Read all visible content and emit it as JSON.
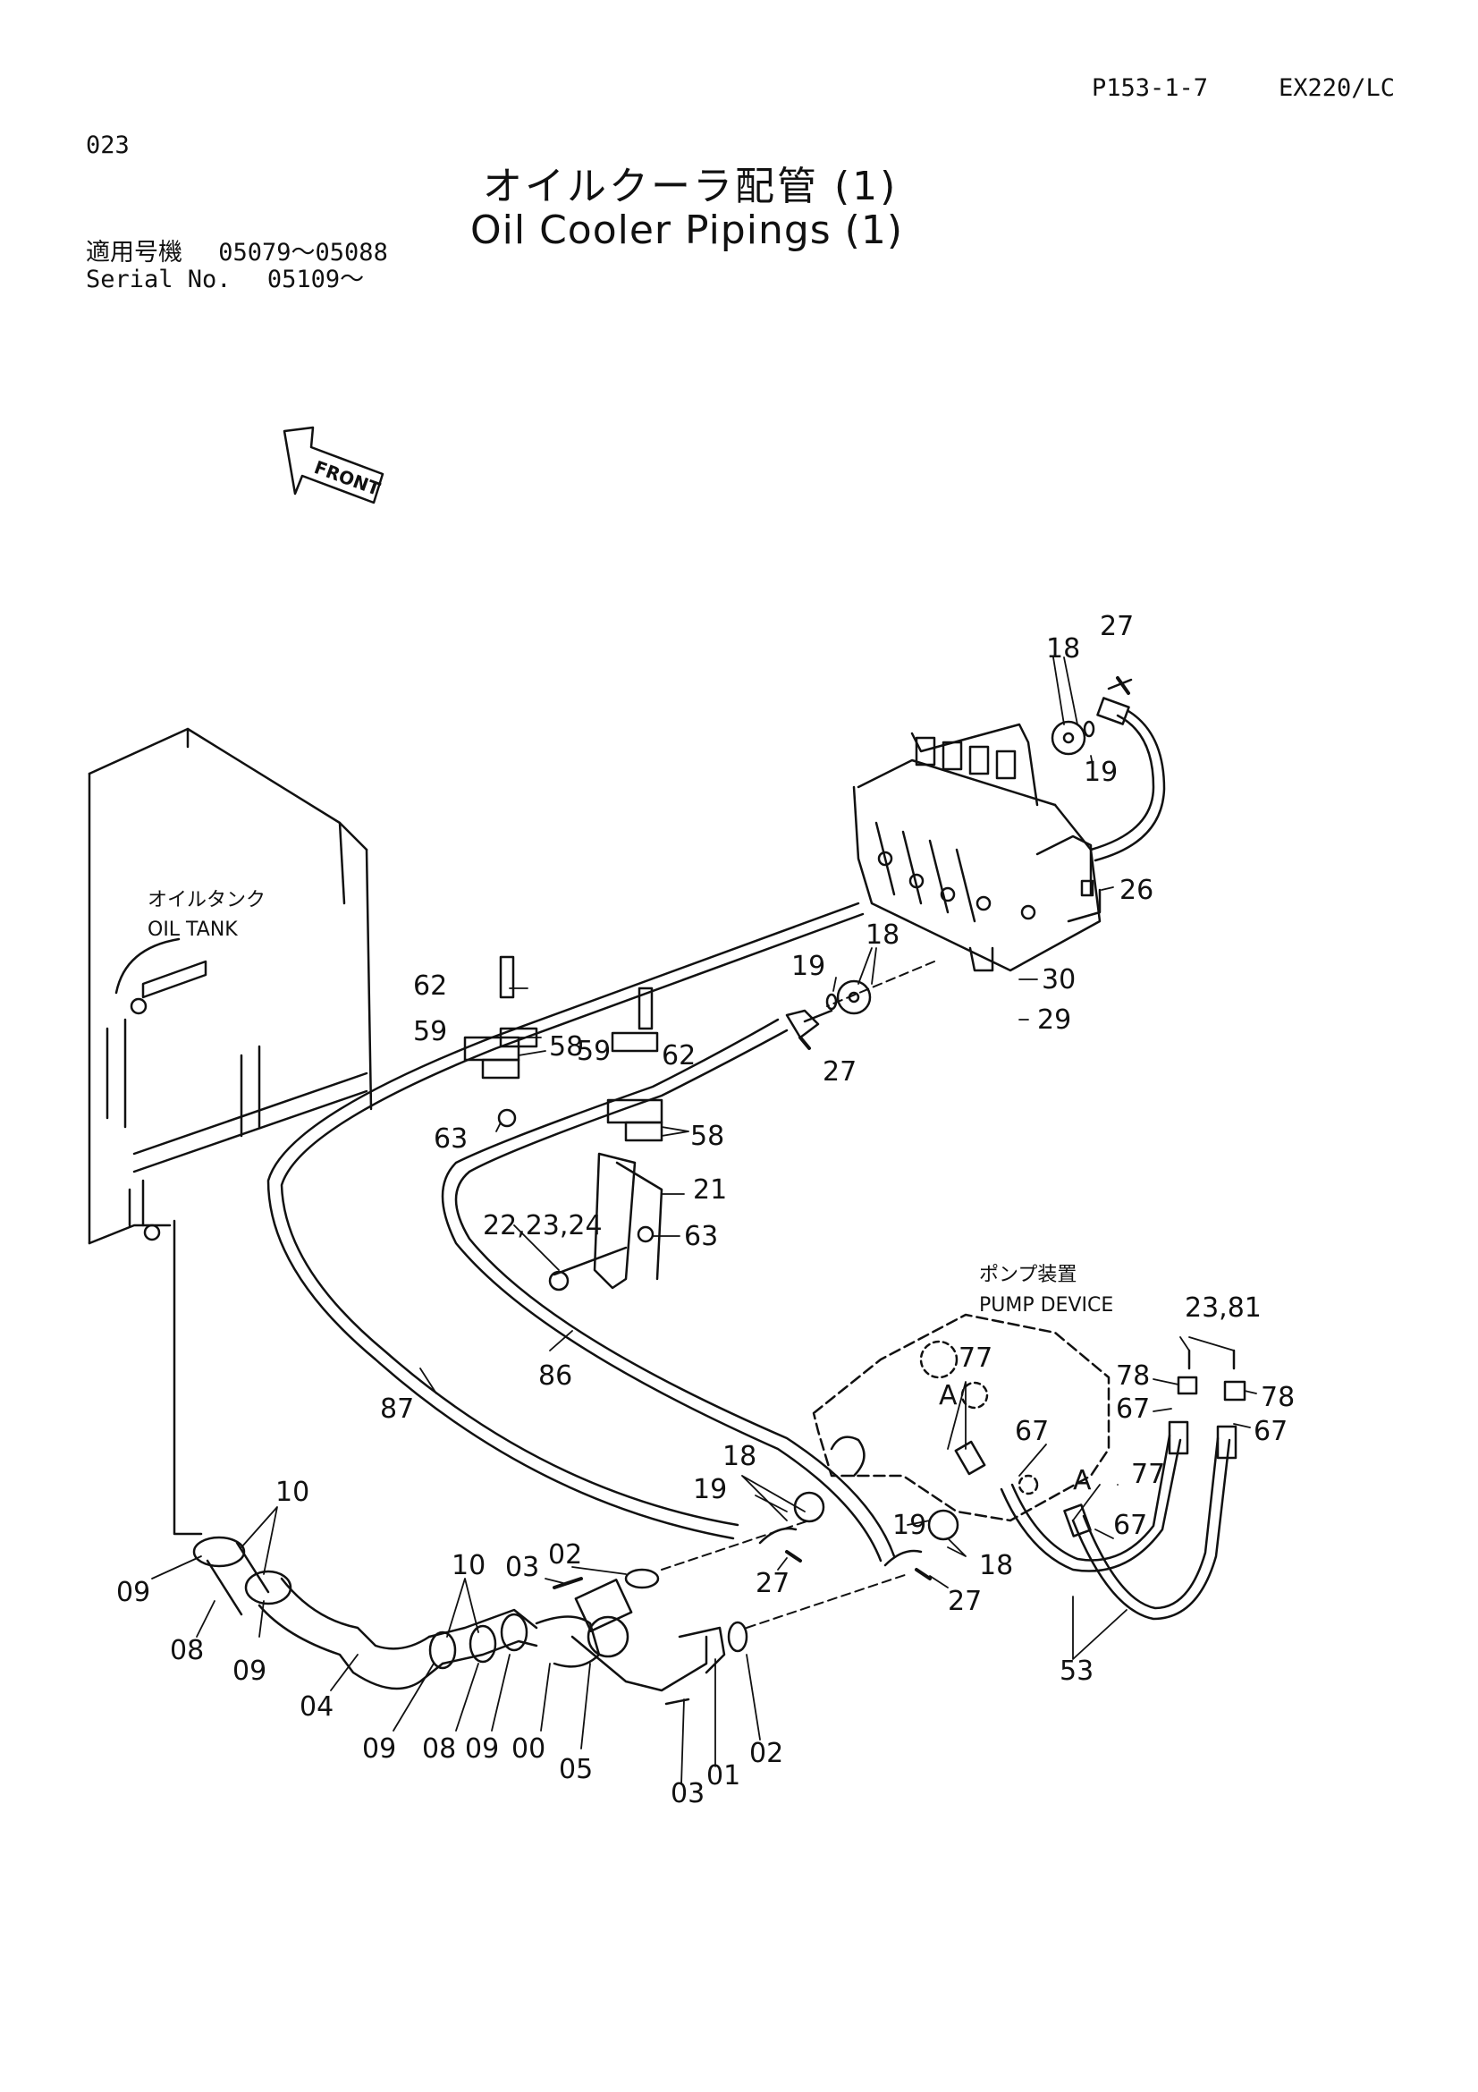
{
  "header": {
    "page_code": "P153-1-7",
    "model": "EX220/LC",
    "sheet_no": "023"
  },
  "title": {
    "jp": "オイルクーラ配管 (1)",
    "en": "Oil Cooler Pipings (1)"
  },
  "serial": {
    "label_jp": "適用号機",
    "range_1": "05079～05088",
    "label_en": "Serial No.",
    "range_2": "05109～"
  },
  "diagram": {
    "front_label": "FRONT",
    "oil_tank_jp": "オイルタンク",
    "oil_tank_en": "OIL TANK",
    "pump_jp": "ポンプ装置",
    "pump_en": "PUMP DEVICE",
    "callouts": {
      "c27a": "27",
      "c18a": "18",
      "c19a": "19",
      "c26": "26",
      "c30": "30",
      "c29": "29",
      "c18b": "18",
      "c19b": "19",
      "c27b": "27",
      "c62a": "62",
      "c59a": "59",
      "c58a": "58",
      "c63a": "63",
      "c59b": "59",
      "c62b": "62",
      "c58b": "58",
      "c21": "21",
      "c63b": "63",
      "c222324": "22,23,24",
      "c87": "87",
      "c86": "86",
      "c2381": "23,81",
      "c78a": "78",
      "c78b": "78",
      "c67a": "67",
      "c67b": "67",
      "c77a": "77",
      "cAa": "A",
      "c67c": "67",
      "cAb": "A",
      "c77b": "77",
      "c67d": "67",
      "c53": "53",
      "c18c": "18",
      "c19c": "19",
      "c27c": "27",
      "c19d": "19",
      "c18d": "18",
      "c27d": "27",
      "c10a": "10",
      "c09a": "09",
      "c08a": "08",
      "c09b": "09",
      "c04": "04",
      "c10b": "10",
      "c03a": "03",
      "c02a": "02",
      "c09c": "09",
      "c08b": "08",
      "c09d": "09",
      "c00": "00",
      "c05": "05",
      "c03b": "03",
      "c01": "01",
      "c02b": "02"
    }
  }
}
